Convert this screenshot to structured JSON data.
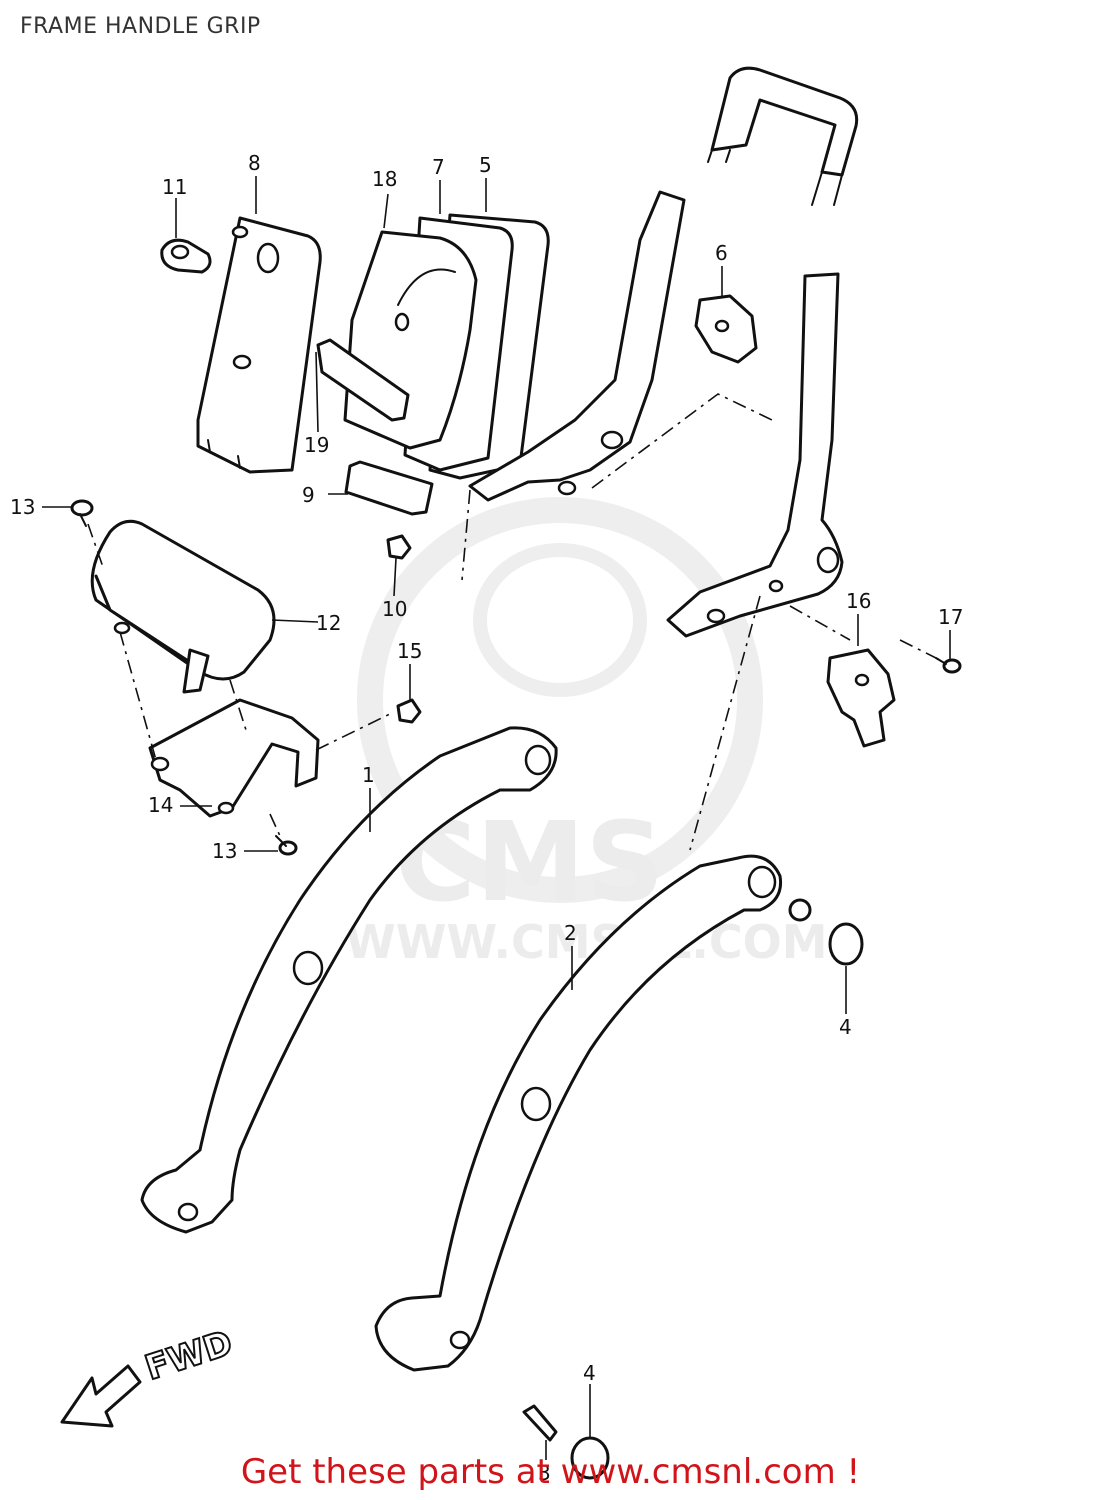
{
  "title": "FRAME HANDLE GRIP",
  "watermark": {
    "logo_text": "CMS",
    "url_text": "WWW.CMSNL.COM"
  },
  "diagram": {
    "direction_label": "FWD",
    "callouts": [
      "1",
      "2",
      "3",
      "4",
      "4",
      "5",
      "6",
      "7",
      "8",
      "9",
      "10",
      "11",
      "12",
      "13",
      "13",
      "14",
      "15",
      "16",
      "17",
      "18",
      "19"
    ]
  },
  "footer": {
    "text": "Get these parts at www.cmsnl.com !",
    "color": "#d0141a"
  }
}
